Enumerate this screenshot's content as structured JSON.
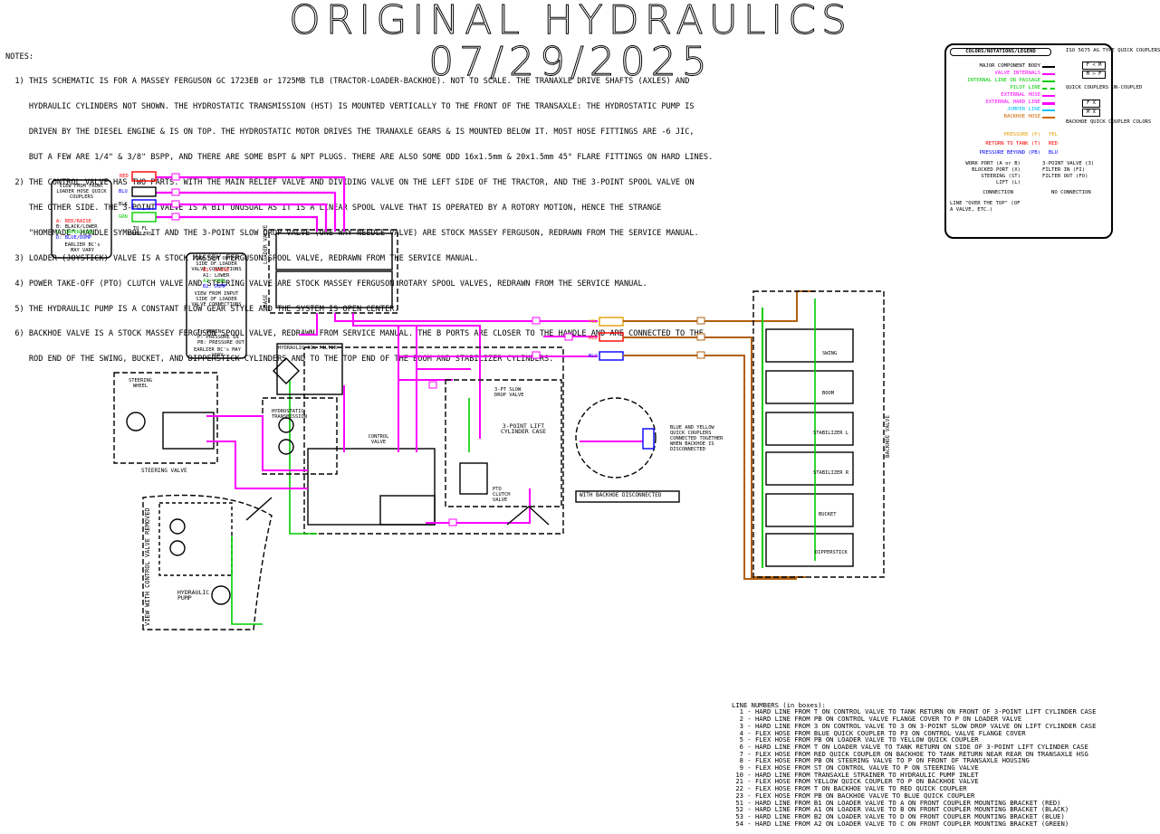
{
  "title": "ORIGINAL HYDRAULICS  07/29/2025",
  "notes": {
    "header": "NOTES:",
    "lines": [
      "  1) THIS SCHEMATIC IS FOR A MASSEY FERGUSON GC 1723EB or 1725MB TLB (TRACTOR-LOADER-BACKHOE). NOT TO SCALE. THE TRANAXLE DRIVE SHAFTS (AXLES) AND",
      "     HYDRAULIC CYLINDERS NOT SHOWN. THE HYDROSTATIC TRANSMISSION (HST) IS MOUNTED VERTICALLY TO THE FRONT OF THE TRANSAXLE: THE HYDROSTATIC PUMP IS",
      "     DRIVEN BY THE DIESEL ENGINE & IS ON TOP. THE HYDROSTATIC MOTOR DRIVES THE TRANAXLE GEARS & IS MOUNTED BELOW IT. MOST HOSE FITTINGS ARE -6 JIC,",
      "     BUT A FEW ARE 1/4\" & 3/8\" BSPP, AND THERE ARE SOME BSPT & NPT PLUGS. THERE ARE ALSO SOME ODD 16x1.5mm & 20x1.5mm 45° FLARE FITTINGS ON HARD LINES.",
      "  2) THE CONTROL VALVE HAS TWO PARTS. WITH THE MAIN RELIEF VALVE AND DIVIDING VALVE ON THE LEFT SIDE OF THE TRACTOR, AND THE 3-POINT SPOOL VALVE ON",
      "     THE OTHER SIDE. THE 3-POINT VALVE IS A BIT UNUSUAL AS IT IS A LINEAR SPOOL VALVE THAT IS OPERATED BY A ROTORY MOTION, HENCE THE STRANGE",
      "     \"HOMEMADE\" HANDLE SYMBOL. IT AND THE 3-POINT SLOW DROP VALVE (ONE-WAY NEEDLE VALVE) ARE STOCK MASSEY FERGUSON, REDRAWN FROM THE SERVICE MANUAL.",
      "  3) LOADER (JOYSTICK) VALVE IS A STOCK MASSEY FERGUSON SPOOL VALVE, REDRAWN FROM THE SERVICE MANUAL.",
      "  4) POWER TAKE-OFF (PTO) CLUTCH VALVE AND STEERING VALVE ARE STOCK MASSEY FERGUSON ROTARY SPOOL VALVES, REDRAWN FROM THE SERVICE MANUAL.",
      "  5) THE HYDRAULIC PUMP IS A CONSTANT FLOW GEAR STYLE AND THE SYSTEM IS OPEN CENTER.",
      "  6) BACKHOE VALVE IS A STOCK MASSEY FERGUSON SPOOL VALVE, REDRAWN FROM SERVICE MANUAL. THE B PORTS ARE CLOSER TO THE HANDLE AND ARE CONNECTED TO THE",
      "     ROD END OF THE SWING, BUCKET, AND DIPPERSTICK CYLINDERS AND TO THE TOP END OF THE BOOM AND STABILIZER CYLINDERS."
    ]
  },
  "legend": {
    "header": "COLORS/NOTATIONS/LEGEND",
    "iso_header": "ISO 5675 AG TYPE QUICK COUPLERS",
    "rows": [
      {
        "label": "MAJOR COMPONENT BODY",
        "color": "#000000"
      },
      {
        "label": "VALVE INTERNALS",
        "color": "#ff00ff"
      },
      {
        "label": "INTERNAL LINE OR PASSAGE",
        "color": "#00cc00"
      },
      {
        "label": "PILOT LINE",
        "color": "#00cc00"
      },
      {
        "label": "EXTERNAL HOSE",
        "color": "#ff00ff"
      },
      {
        "label": "EXTERNAL HARD LINE",
        "color": "#ff00ff"
      },
      {
        "label": "JUMPER LINE",
        "color": "#00c0ff"
      },
      {
        "label": "BACKHOE HOSE",
        "color": "#cc6600"
      }
    ],
    "coupler_labels": [
      "F < M",
      "M > F"
    ],
    "uncoupled": "QUICK COUPLERS UN-COUPLED",
    "uncoupled_marks": [
      "F X",
      "M X"
    ],
    "backhoe_header": "BACKHOE QUICK COUPLER COLORS",
    "backhoe_rows": [
      {
        "label": "PRESSURE (P)",
        "tag": "YEL",
        "color": "#e0a000"
      },
      {
        "label": "RETURN TO TANK (T)",
        "tag": "RED",
        "color": "#ff0000"
      },
      {
        "label": "PRESSURE BEYOND (PB)",
        "tag": "BLU",
        "color": "#0000ff"
      }
    ],
    "ports": [
      "WORK PORT (A or B)",
      "BLOCKED PORT (X)",
      "STEERING (ST)",
      "LIFT (L)"
    ],
    "ports_right": [
      "3-POINT VALVE (3)",
      "FILTER IN (FI)",
      "FILTER OUT (FO)"
    ],
    "connection": "CONNECTION",
    "no_connection": "NO CONNECTION",
    "over_top": "LINE \"OVER THE TOP\" (OF A VALVE, ETC.)"
  },
  "labels": {
    "front_view": "VIEW FROM FRONT LOADER HOSE QUICK COUPLERS",
    "front_items": [
      "A: RED/RAISE",
      "B: BLACK/LOWER",
      "C: GREEN/CURL",
      "D: BLUE/DUMP"
    ],
    "earlier_bc": "EARLIER BC's MAY VARY",
    "to_couplers": "TO FL COUPLERS",
    "output_view": "VIEW FROM OUTPUT SIDE OF LOADER VALVE CONNECTIONS",
    "output_items": [
      "B1: RAISE",
      "A1: LOWER",
      "A2: CURL",
      "B2: DUMP"
    ],
    "input_view": "VIEW FROM INPUT SIDE OF LOADER VALVE CONNECTIONS",
    "input_items": [
      "T: DRAIN",
      "P: PRESSURE IN",
      "PB: PRESSURE OUT"
    ],
    "earlier_bc2": "EARLIER BC's MAY VARY",
    "loader_valve": "LOADER VALVE",
    "base": "BASE",
    "hyd_filter": "HYDRAULIC OIL FILTER",
    "control_valve": "CONTROL VALVE",
    "steering_wheel": "STEERING WHEEL",
    "steering_valve": "STEERING VALVE",
    "hydrostatic": "HYDROSTATIC TRANSMISSION",
    "view_with": "VIEW WITH CONTROL VALVE REMOVED",
    "hyd_pump": "HYDRAULIC PUMP",
    "three_point": "3-POINT LIFT CYLINDER CASE",
    "slow_drop": "3-PT SLOW DROP VALVE",
    "pto": "PTO CLUTCH VALVE",
    "backhoe_disc": "WITH BACKHOE DISCONNECTED",
    "blue_yellow": "BLUE AND YELLOW QUICK COUPLERS CONNECTED TOGETHER WHEN BACKHOE IS DISCONNECTED",
    "backhoe_valve": "BACKHOE VALVE",
    "sections": [
      "SWING",
      "BOOM",
      "STABILIZER L",
      "STABILIZER R",
      "BUCKET",
      "DIPPERSTICK"
    ],
    "couplers": [
      "RED",
      "BLU",
      "BLK",
      "GRN"
    ],
    "couplers_mid": [
      "YEL",
      "RED",
      "BLU"
    ]
  },
  "line_numbers": {
    "header": "LINE NUMBERS (in boxes):",
    "items": [
      "  1 - HARD LINE FROM T ON CONTROL VALVE TO TANK RETURN ON FRONT OF 3-POINT LIFT CYLINDER CASE",
      "  2 - HARD LINE FROM PB ON CONTROL VALVE FLANGE COVER TO P ON LOADER VALVE",
      "  3 - HARD LINE FROM 3 ON CONTROL VALVE TO 3 ON 3-POINT SLOW DROP VALVE ON LIFT CYLINDER CASE",
      "  4 - FLEX HOSE FROM BLUE QUICK COUPLER TO P3 ON CONTROL VALVE FLANGE COVER",
      "  5 - FLEX HOSE FROM PB ON LOADER VALVE TO YELLOW QUICK COUPLER",
      "  6 - HARD LINE FROM T ON LOADER VALVE TO TANK RETURN ON SIDE OF 3-POINT LIFT CYLINDER CASE",
      "  7 - FLEX HOSE FROM RED QUICK COUPLER ON BACKHOE TO TANK RETURN NEAR REAR ON TRANSAXLE HSG",
      "  8 - FLEX HOSE FROM PB ON STEERING VALVE TO P ON FRONT OF TRANSAXLE HOUSING",
      "  9 - FLEX HOSE FROM ST ON CONTROL VALVE TO P ON STEERING VALVE",
      " 10 - HARD LINE FROM TRANSAXLE STRAINER TO HYDRAULIC PUMP INLET",
      " 21 - FLEX HOSE FROM YELLOW QUICK COUPLER TO P ON BACKHOE VALVE",
      " 22 - FLEX HOSE FROM T ON BACKHOE VALVE TO RED QUICK COUPLER",
      " 23 - FLEX HOSE FROM PB ON BACKHOE VALVE TO BLUE QUICK COUPLER",
      " 51 - HARD LINE FROM B1 ON LOADER VALVE TO A ON FRONT COUPLER MOUNTING BRACKET (RED)",
      " 52 - HARD LINE FROM A1 ON LOADER VALVE TO B ON FRONT COUPLER MOUNTING BRACKET (BLACK)",
      " 53 - HARD LINE FROM B2 ON LOADER VALVE TO D ON FRONT COUPLER MOUNTING BRACKET (BLUE)",
      " 54 - HARD LINE FROM A2 ON LOADER VALVE TO C ON FRONT COUPLER MOUNTING BRACKET (GREEN)"
    ]
  },
  "colors": {
    "magenta": "#ff00ff",
    "green": "#00cc00",
    "brown": "#b06010",
    "red": "#ff0000",
    "blue": "#0000ff",
    "yellow": "#e0a000"
  }
}
